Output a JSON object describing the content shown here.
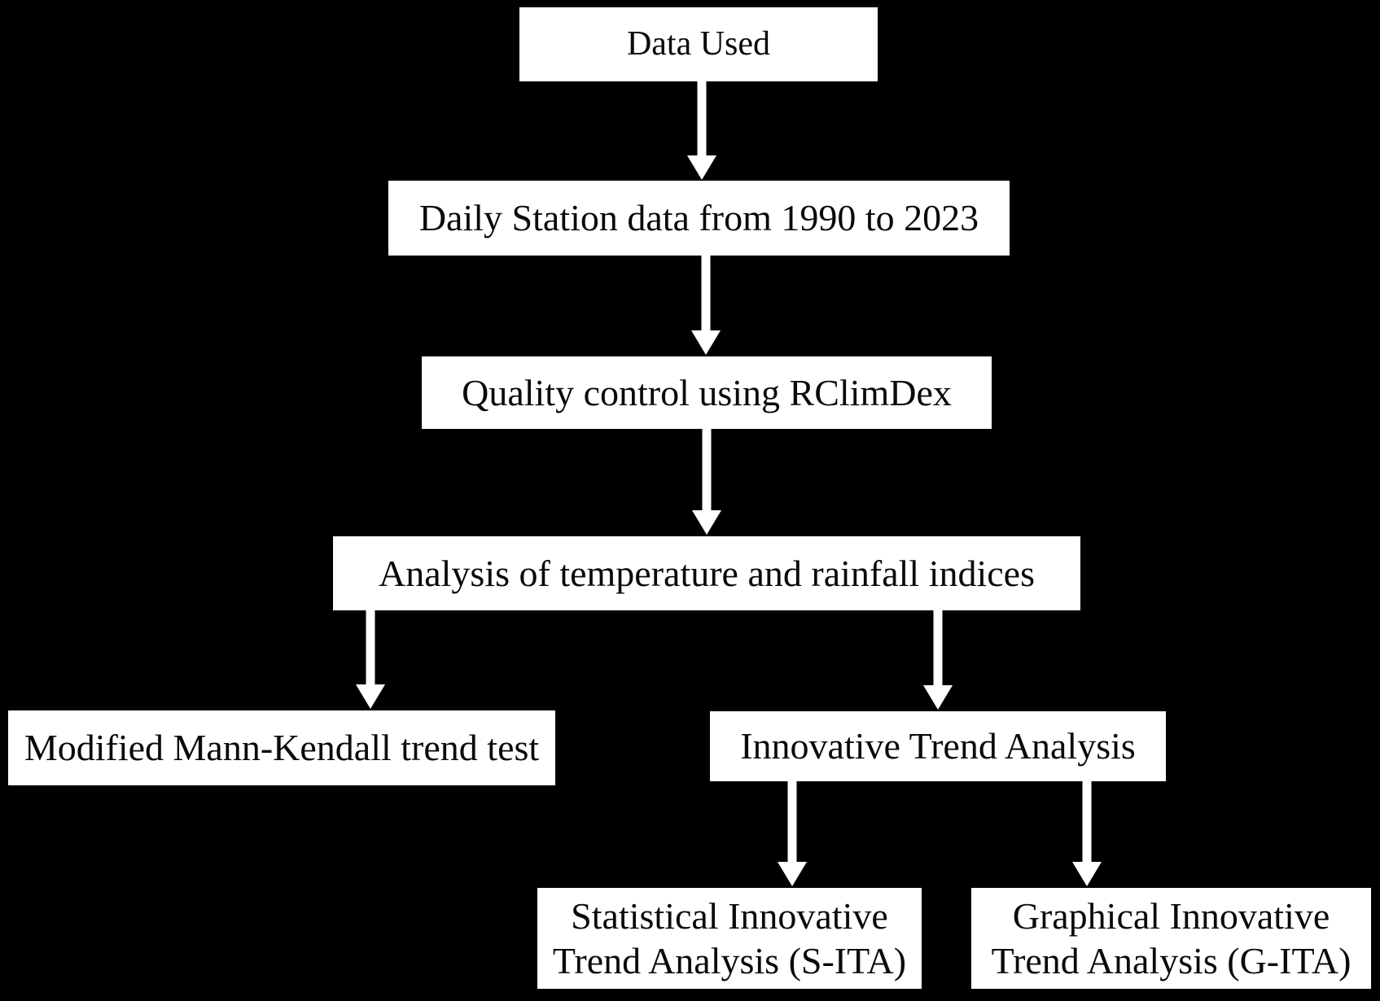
{
  "colors": {
    "background": "#000000",
    "box_fill": "#ffffff",
    "box_text": "#0a0a0a",
    "arrow": "#ffffff"
  },
  "nodes": {
    "data_used": {
      "label": "Data Used"
    },
    "daily_station_data": {
      "label": "Daily Station data from 1990 to 2023"
    },
    "quality_control": {
      "label": "Quality control using RClimDex"
    },
    "analysis_indices": {
      "label": "Analysis of temperature and rainfall indices"
    },
    "modified_mann_kendall": {
      "label": "Modified Mann-Kendall trend test"
    },
    "innovative_trend_analysis": {
      "label": "Innovative Trend Analysis"
    },
    "s_ita": {
      "label": "Statistical Innovative\nTrend Analysis (S-ITA)"
    },
    "g_ita": {
      "label": "Graphical Innovative\nTrend Analysis (G-ITA)"
    }
  },
  "edges": [
    {
      "from": "data_used",
      "to": "daily_station_data"
    },
    {
      "from": "daily_station_data",
      "to": "quality_control"
    },
    {
      "from": "quality_control",
      "to": "analysis_indices"
    },
    {
      "from": "analysis_indices",
      "to": "modified_mann_kendall"
    },
    {
      "from": "analysis_indices",
      "to": "innovative_trend_analysis"
    },
    {
      "from": "innovative_trend_analysis",
      "to": "s_ita"
    },
    {
      "from": "innovative_trend_analysis",
      "to": "g_ita"
    }
  ]
}
